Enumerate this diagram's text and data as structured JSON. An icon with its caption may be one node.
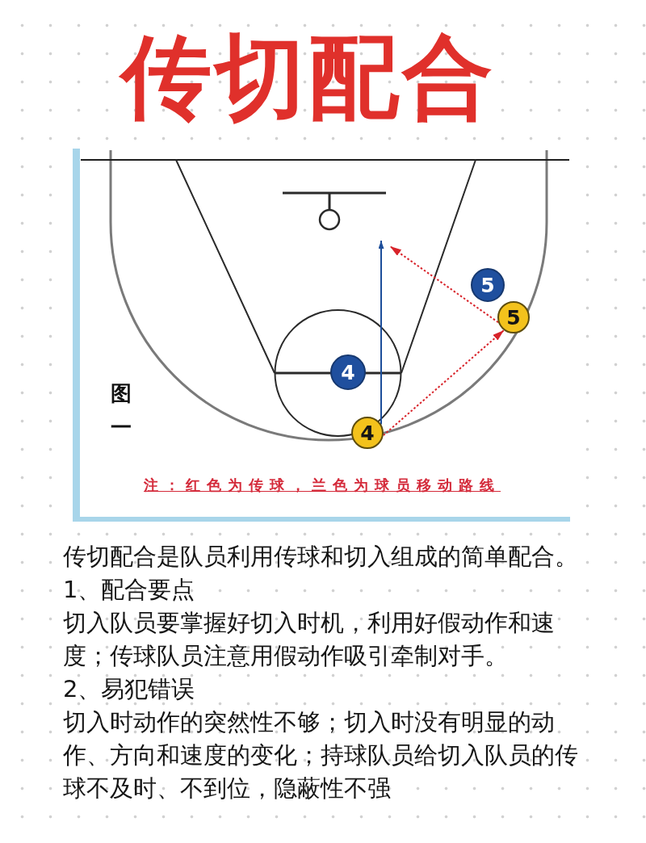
{
  "diagram": {
    "title": "传切配合",
    "nodes": [
      {
        "text": [
          "5"
        ]
      },
      {
        "text": [
          "5"
        ]
      },
      {
        "text": [
          "4"
        ]
      },
      {
        "text": [
          "4"
        ]
      }
    ],
    "edges": [
      {
        "from": 3,
        "to": 1,
        "arrow": "to",
        "style": "dashed",
        "color": "#d8232a"
      },
      {
        "from": 1,
        "to": null,
        "arrow": "to",
        "style": "dashed",
        "color": "#d8232a"
      },
      {
        "from": 3,
        "to": null,
        "arrow": "to",
        "color": "#1d4e9a"
      }
    ],
    "labels": [
      "图一",
      "注：红色为传球，兰色为球员移动路线",
      "传切配合是队员利用传球和切入组成的简单配合。",
      "1、配合要点",
      "切入队员要掌握好切入时机，利用好假动作和速度；传球队员注意用假动作吸引牵制对手。",
      "2、易犯错误",
      "切入时动作的突然性不够；切入时没有明显的动作、方向和速度的变化；持球队员给切入队员的传球不及时、不到位，隐蔽性不强"
    ]
  }
}
